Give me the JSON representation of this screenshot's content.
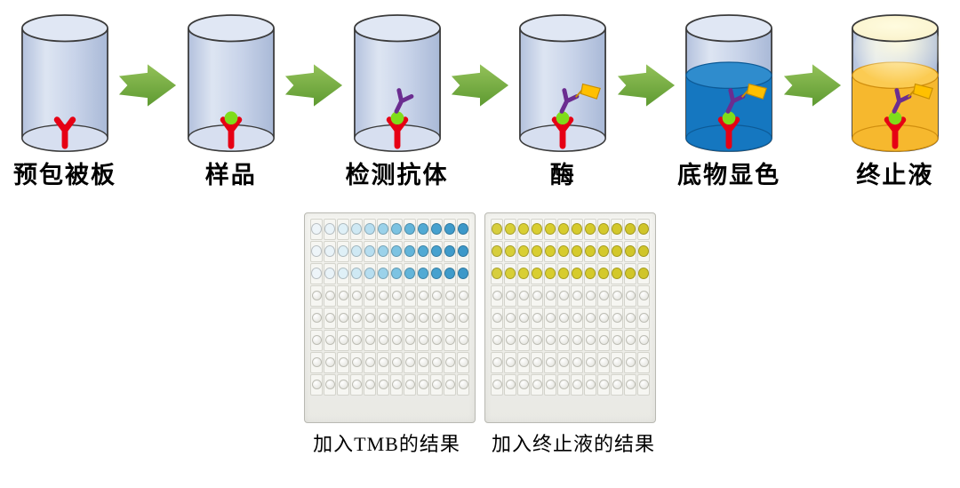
{
  "flow": {
    "steps": [
      {
        "label": "预包被板",
        "antigen": false,
        "detect": false,
        "enzyme": false,
        "liquid": "none",
        "glow": false
      },
      {
        "label": "样品",
        "antigen": true,
        "detect": false,
        "enzyme": false,
        "liquid": "none",
        "glow": false
      },
      {
        "label": "检测抗体",
        "antigen": true,
        "detect": true,
        "enzyme": false,
        "liquid": "none",
        "glow": false
      },
      {
        "label": "酶",
        "antigen": true,
        "detect": true,
        "enzyme": true,
        "liquid": "none",
        "glow": false
      },
      {
        "label": "底物显色",
        "antigen": true,
        "detect": true,
        "enzyme": true,
        "liquid": "blue",
        "glow": false
      },
      {
        "label": "终止液",
        "antigen": true,
        "detect": true,
        "enzyme": true,
        "liquid": "yellow",
        "glow": true
      }
    ]
  },
  "colors": {
    "arrow_green_light": "#93c159",
    "arrow_green_dark": "#5e9a31",
    "capture_antibody": "#e60014",
    "antigen": "#7fdd1a",
    "detection_antibody": "#6b2d90",
    "enzyme_flag": "#ffc000",
    "enzyme_flag_edge": "#c98f00",
    "liquid_blue": "#1577c0",
    "liquid_blue_surface": "#2f8ccd",
    "liquid_blue_edge": "#0d5a96",
    "liquid_yellow": "#f6b82e",
    "liquid_yellow_surface": "#fbcb52",
    "liquid_yellow_edge": "#d08e0e"
  },
  "plates": [
    {
      "caption": "加入TMB的结果",
      "rows": 8,
      "cols": 12,
      "filled_rows": 3,
      "column_colors": [
        "#eef5f9",
        "#e9f3f8",
        "#dff0f7",
        "#cfe9f4",
        "#b7def0",
        "#9bd2ea",
        "#7cc3e2",
        "#63b5da",
        "#51aad4",
        "#46a1cf",
        "#3f9bcb",
        "#3c98c9"
      ]
    },
    {
      "caption": "加入终止液的结果",
      "rows": 8,
      "cols": 12,
      "filled_rows": 3,
      "column_colors": [
        "#d7ce3d",
        "#d8cf37",
        "#d9cf33",
        "#d9ce30",
        "#d8cd2e",
        "#d7cc2d",
        "#d6cb2c",
        "#d5ca2b",
        "#d4c92b",
        "#d3c82a",
        "#d1c62a",
        "#d0c529"
      ]
    }
  ]
}
